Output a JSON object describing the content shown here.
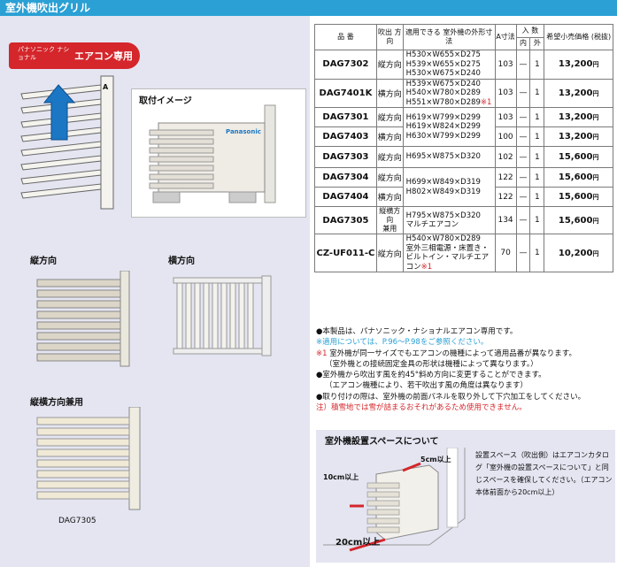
{
  "header": {
    "title": "室外機吹出グリル"
  },
  "badge": {
    "small": "パナソニック ナショナル",
    "big": "エアコン専用"
  },
  "illustration": {
    "dim_a": "A",
    "install_label": "取付イメージ"
  },
  "sections": {
    "vertical": "縦方向",
    "horizontal": "横方向",
    "both": "縦横方向兼用",
    "model_caption": "DAG7305"
  },
  "table": {
    "headers": {
      "code": "品 番",
      "direction": "吹出 方向",
      "size": "適用できる 室外機の外形寸法",
      "a": "A寸法",
      "qty": "入 数",
      "qty_in": "内",
      "qty_out": "外",
      "price": "希望小売価格 (税抜)"
    },
    "rows": [
      {
        "code": "DAG7302",
        "direction": "縦方向",
        "size": "H530×W655×D275\nH539×W655×D275\nH530×W675×D240",
        "note": "",
        "a": "103",
        "in": "—",
        "out": "1",
        "price": "13,200",
        "yen": "円"
      },
      {
        "code": "DAG7401K",
        "direction": "横方向",
        "size": "H539×W675×D240\nH540×W780×D289\nH551×W780×D289",
        "note": "※1",
        "a": "103",
        "in": "—",
        "out": "1",
        "price": "13,200",
        "yen": "円"
      },
      {
        "code": "DAG7301",
        "direction": "縦方向",
        "size": "",
        "note": "",
        "a": "103",
        "in": "—",
        "out": "1",
        "price": "13,200",
        "yen": "円"
      },
      {
        "code": "DAG7403",
        "direction": "横方向",
        "size": "H619×W799×D299\nH619×W824×D299\nH630×W799×D299",
        "note": "",
        "a": "100",
        "in": "—",
        "out": "1",
        "price": "13,200",
        "yen": "円"
      },
      {
        "code": "DAG7303",
        "direction": "縦方向",
        "size": "H695×W875×D320",
        "note": "",
        "a": "102",
        "in": "—",
        "out": "1",
        "price": "15,600",
        "yen": "円"
      },
      {
        "code": "DAG7304",
        "direction": "縦方向",
        "size": "",
        "note": "",
        "a": "122",
        "in": "—",
        "out": "1",
        "price": "15,600",
        "yen": "円"
      },
      {
        "code": "DAG7404",
        "direction": "横方向",
        "size": "H699×W849×D319\nH802×W849×D319",
        "note": "",
        "a": "122",
        "in": "—",
        "out": "1",
        "price": "15,600",
        "yen": "円"
      },
      {
        "code": "DAG7305",
        "direction": "縦横方向\n兼用",
        "size": "H795×W875×D320\nマルチエアコン",
        "note": "",
        "a": "134",
        "in": "—",
        "out": "1",
        "price": "15,600",
        "yen": "円"
      },
      {
        "code": "CZ-UF011-C",
        "direction": "縦方向",
        "size": "H540×W780×D289\n室外三相電源・床置き・\nビルトイン・マルチエアコン",
        "note": "※1",
        "a": "70",
        "in": "—",
        "out": "1",
        "price": "10,200",
        "yen": "円"
      }
    ]
  },
  "notes": {
    "n1": "●本製品は、パナソニック・ナショナルエアコン専用です。",
    "n2": "※適用については、P.96〜P.98をご参照ください。",
    "n3a": "※1",
    "n3b": " 室外機が同一サイズでもエアコンの機種によって適用品番が異なります。",
    "n4": "（室外機との接続固定金具の形状は機種によって異なります。）",
    "n5": "●室外機から吹出す風を約45°斜め方向に変更することができます。",
    "n6": "（エアコン機種により、若干吹出す風の角度は異なります）",
    "n7": "●取り付けの際は、室外機の前面パネルを取り外して下穴加工をしてください。",
    "n8": "注）積雪地では雪が詰まるおそれがあるため使用できません。"
  },
  "space": {
    "title": "室外機設置スペースについて",
    "text": "設置スペース（吹出側）はエアコンカタログ「室外機の設置スペースについて」と同じスペースを確保してください。（エアコン本体前面から20cm以上）",
    "d1": "5cm以上",
    "d2": "10cm以上",
    "d3": "20cm以上"
  }
}
